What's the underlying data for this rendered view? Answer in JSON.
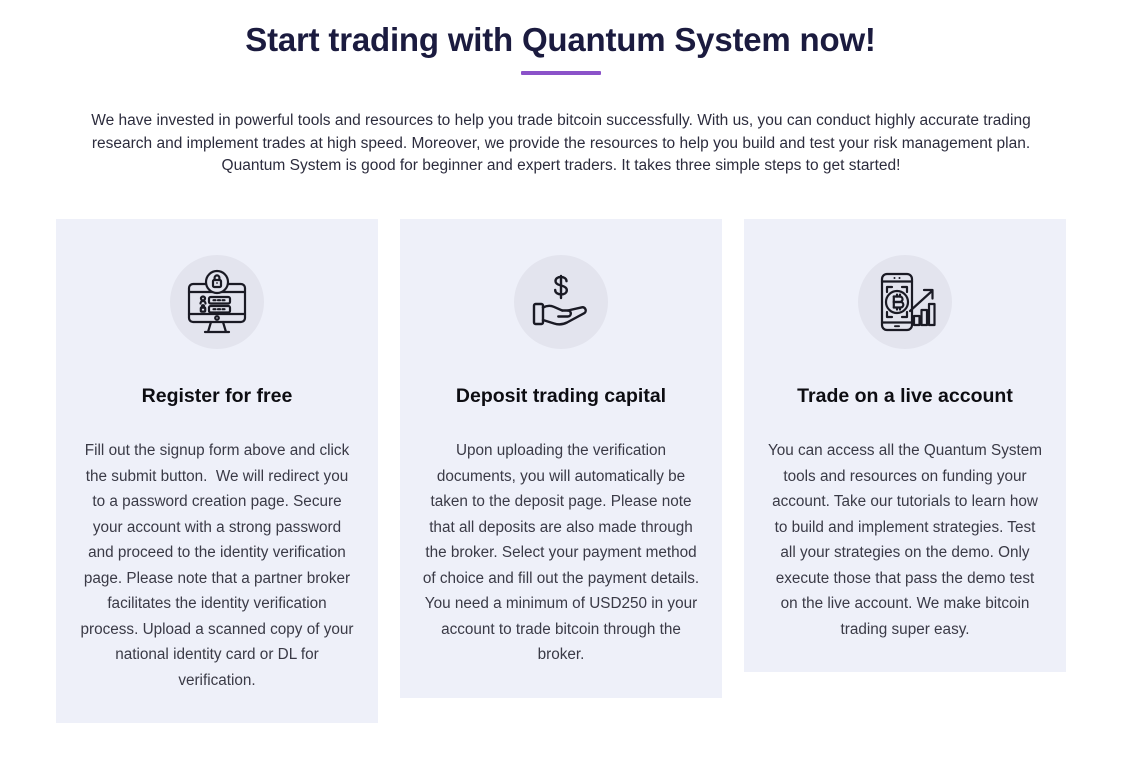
{
  "header": {
    "title": "Start trading with Quantum System now!",
    "divider_color": "#8b52c9",
    "title_color": "#1b1b3f",
    "intro": "We have invested in powerful tools and resources to help you trade bitcoin successfully. With us, you can conduct highly accurate trading research and implement trades at high speed. Moreover, we provide the resources to help you build and test your risk management plan. Quantum System is good for beginner and expert traders. It takes three simple steps to get started!"
  },
  "theme": {
    "page_background": "#ffffff",
    "card_background": "#eef0f9",
    "icon_circle_background": "#e3e4ee",
    "icon_stroke": "#1a1a24"
  },
  "steps": [
    {
      "icon": "monitor-login-lock-icon",
      "title": "Register for free",
      "body": "Fill out the signup form above and click the submit button.  We will redirect you to a password creation page. Secure your account with a strong password and proceed to the identity verification page. Please note that a partner broker facilitates the identity verification process. Upload a scanned copy of your national identity card or DL for verification."
    },
    {
      "icon": "hand-dollar-icon",
      "title": "Deposit trading capital",
      "body": "Upon uploading the verification documents, you will automatically be taken to the deposit page. Please note that all deposits are also made through the broker. Select your payment method of choice and fill out the payment details. You need a minimum of USD250 in your account to trade bitcoin through the broker."
    },
    {
      "icon": "mobile-bitcoin-chart-icon",
      "title": "Trade on a live account",
      "body": "You can access all the Quantum System tools and resources on funding your account. Take our tutorials to learn how to build and implement strategies. Test all your strategies on the demo. Only execute those that pass the demo test on the live account. We make bitcoin trading super easy."
    }
  ]
}
